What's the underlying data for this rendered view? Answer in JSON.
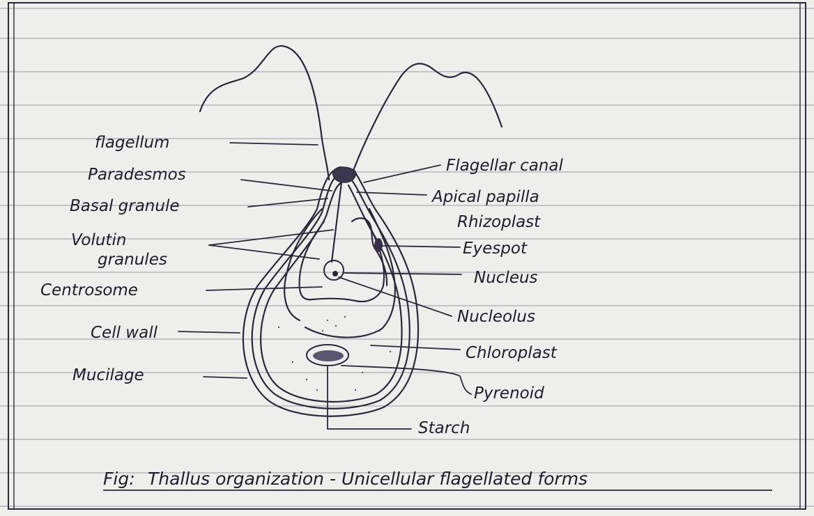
{
  "labels": {
    "flagellum": "flagellum",
    "paradesmos": "Paradesmos",
    "basal_granule": "Basal granule",
    "volutin_1": "Volutin",
    "volutin_2": "granules",
    "centrosome": "Centrosome",
    "cell_wall": "Cell wall",
    "mucilage": "Mucilage",
    "flagellar_canal": "Flagellar canal",
    "apical_papilla": "Apical papilla",
    "rhizoplast": "Rhizoplast",
    "eyespot": "Eyespot",
    "nucleus": "Nucleus",
    "nucleolus": "Nucleolus",
    "chloroplast": "Chloroplast",
    "pyrenoid": "Pyrenoid",
    "starch": "Starch"
  },
  "caption": {
    "prefix": "Fig:",
    "text": "Thallus organization - Unicellular flagellated forms"
  },
  "colors": {
    "paper": "#eeeeec",
    "ink": "#2a2838",
    "rule_line": "#9c9ca6",
    "eyespot": "#3a2f4a"
  }
}
